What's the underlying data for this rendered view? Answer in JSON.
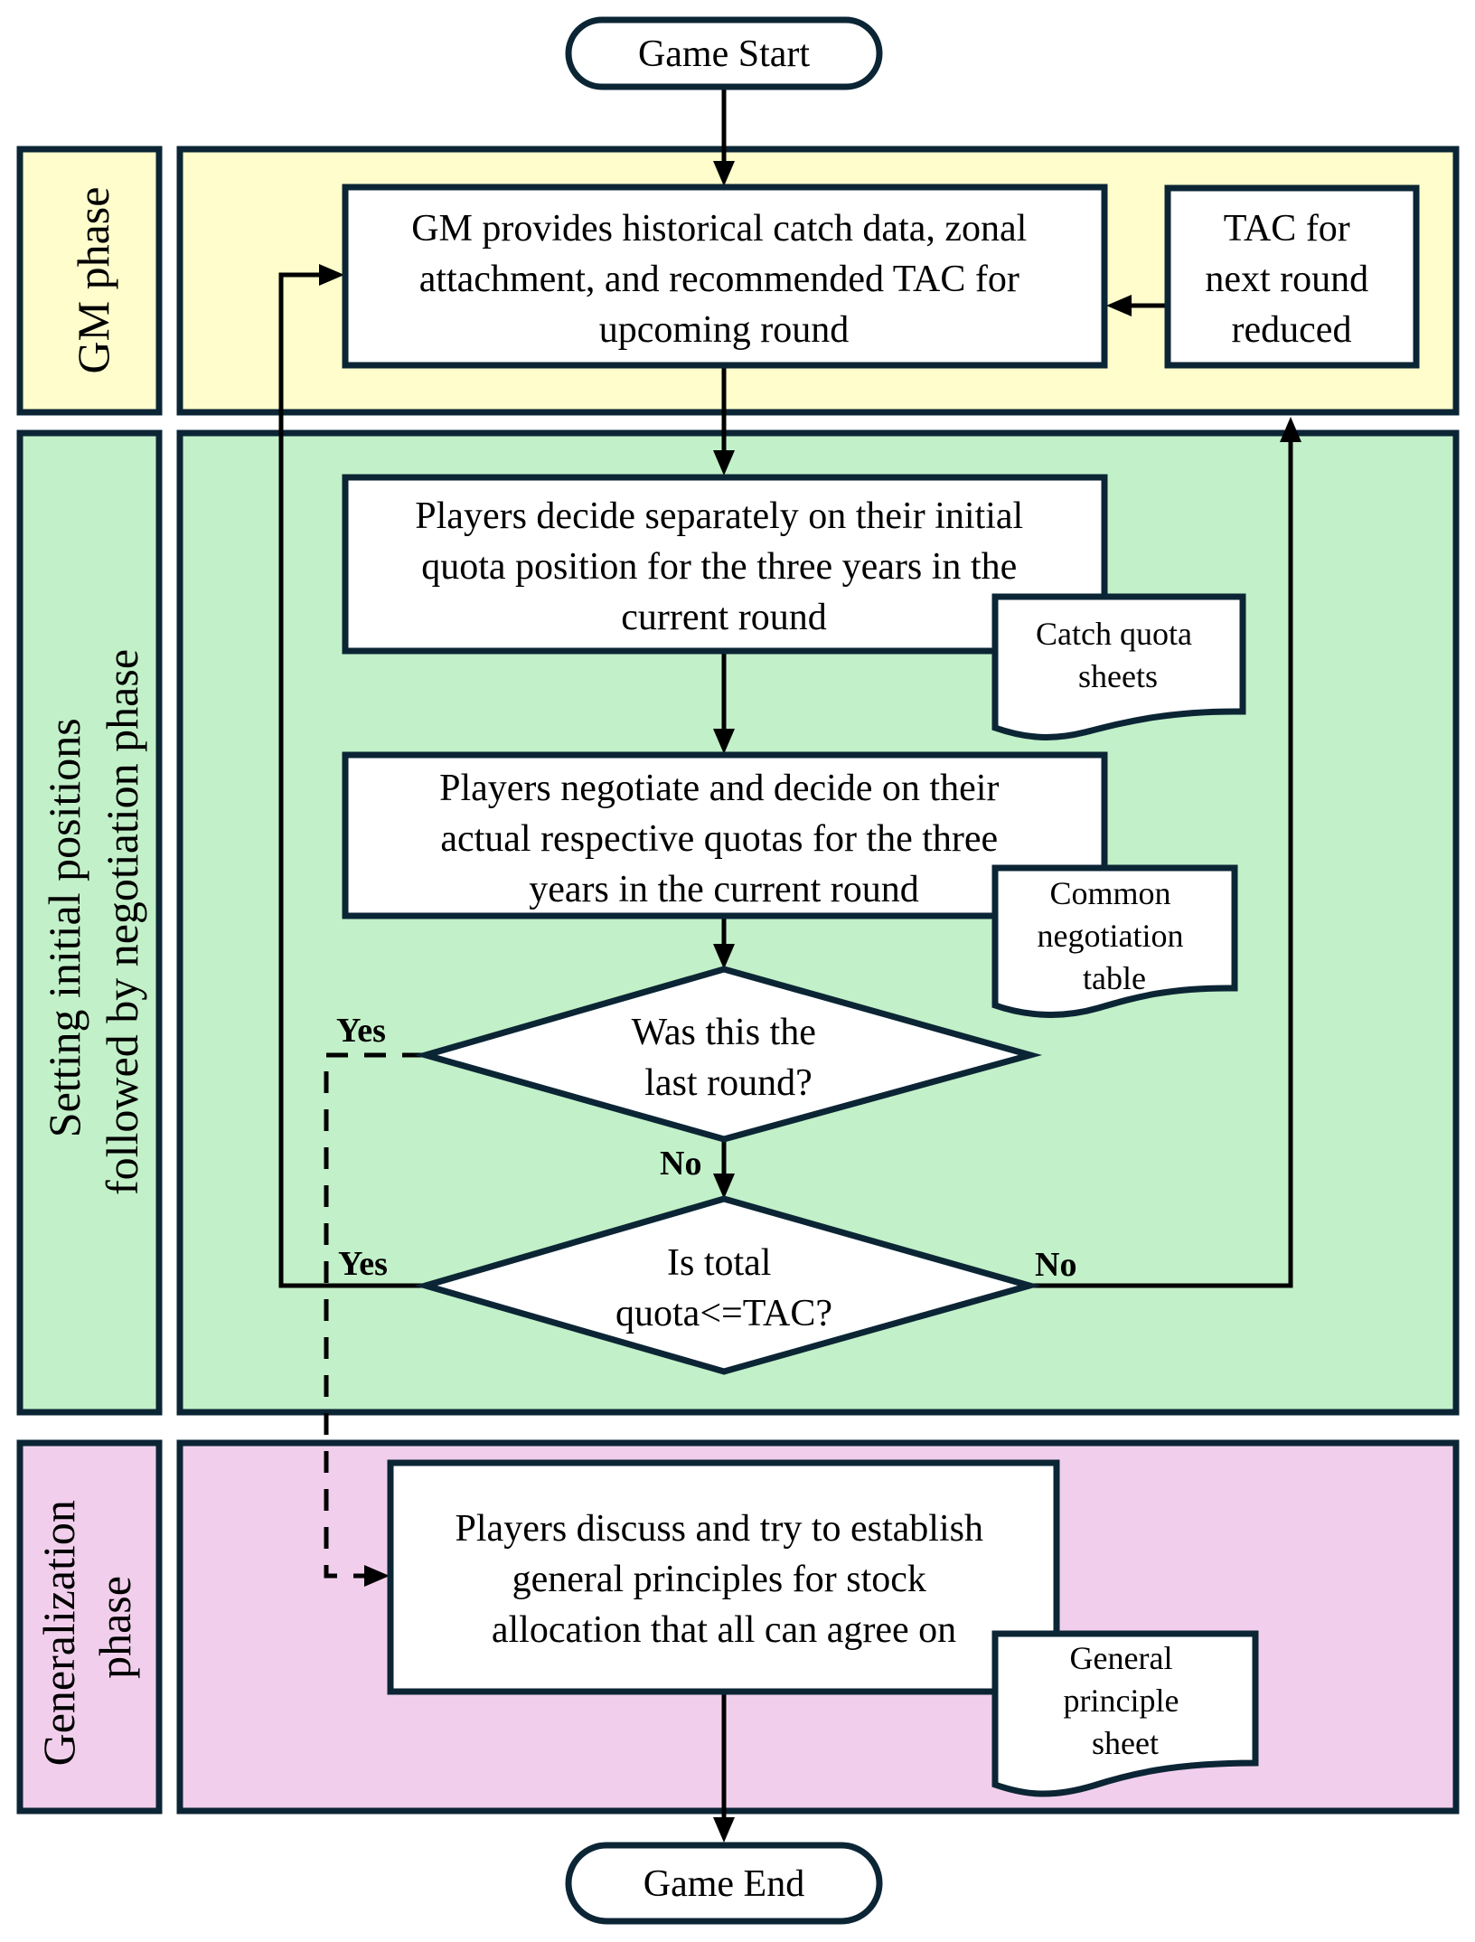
{
  "colors": {
    "gm_phase": "#FFFDCC",
    "negotiation_phase": "#C2F0C8",
    "generalization_phase": "#F1CFEC",
    "border": "#0B2535",
    "node_fill": "#FFFFFF",
    "connector": "#000000"
  },
  "terminals": {
    "start": "Game Start",
    "end": "Game End"
  },
  "lanes": {
    "gm": [
      "GM phase"
    ],
    "negotiation": [
      "Setting initial positions",
      "followed by negotiation phase"
    ],
    "generalization": [
      "Generalization",
      "phase"
    ]
  },
  "nodes": {
    "gm_provides": [
      "GM provides historical catch data, zonal",
      "attachment, and recommended TAC for",
      "upcoming round"
    ],
    "tac_reduced": [
      "TAC for",
      "next round",
      "reduced"
    ],
    "initial_positions": [
      "Players decide separately on their initial",
      "quota position for the three years in the",
      "current round"
    ],
    "negotiate": [
      "Players negotiate and decide on their",
      "actual respective quotas for the three",
      "years in the current round"
    ],
    "discuss": [
      "Players discuss and try to establish",
      "general principles for stock",
      "allocation that all can agree on"
    ]
  },
  "documents": {
    "catch_quota": [
      "Catch quota",
      "sheets"
    ],
    "negotiation_table": [
      "Common",
      "negotiation",
      "table"
    ],
    "principle_sheet": [
      "General",
      "principle",
      "sheet"
    ]
  },
  "decisions": {
    "last_round": [
      "Was this the",
      "last round?"
    ],
    "quota_check": [
      "Is total",
      "quota<=TAC?"
    ]
  },
  "branch_labels": {
    "last_round_yes": "Yes",
    "last_round_no": "No",
    "quota_yes": "Yes",
    "quota_no": "No"
  }
}
